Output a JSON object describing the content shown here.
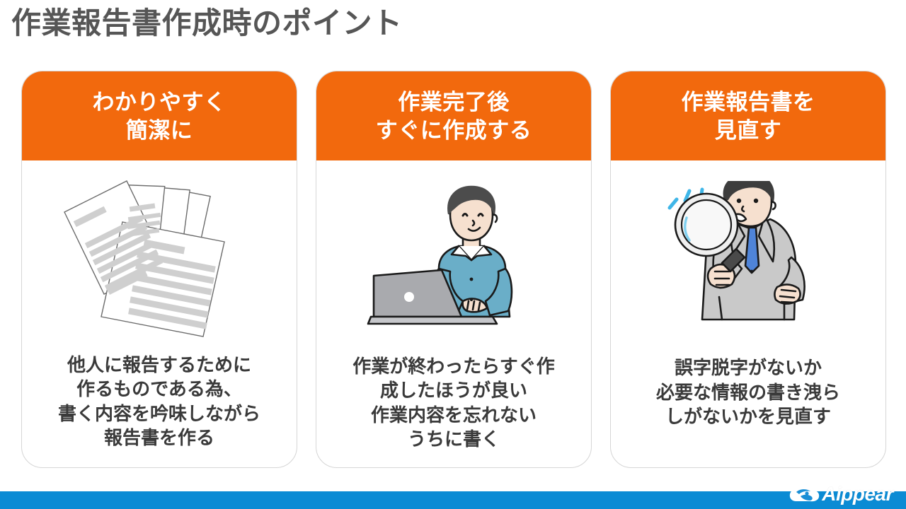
{
  "slide": {
    "title": "作業報告書作成時のポイント",
    "title_color": "#565656",
    "accent_color": "#F2690D",
    "footer_color": "#0b8bd4",
    "background_color": "#ffffff"
  },
  "cards": [
    {
      "header": "わかりやすく\n簡潔に",
      "illustration": "stacked-documents-icon",
      "body": "他人に報告するために\n作るものである為、\n書く内容を吟味しながら\n報告書を作る"
    },
    {
      "header": "作業完了後\nすぐに作成する",
      "illustration": "man-typing-laptop-icon",
      "body": "作業が終わったらすぐ作\n成したほうが良い\n作業内容を忘れない\nうちに書く"
    },
    {
      "header": "作業報告書を\n見直す",
      "illustration": "man-magnifying-glass-icon",
      "body": "誤字脱字がないか\n必要な情報の書き洩ら\nしがないかを見直す"
    }
  ],
  "footer": {
    "brand_name": "Aippear",
    "brand_mark": "cloud-swoosh-logo-icon"
  }
}
